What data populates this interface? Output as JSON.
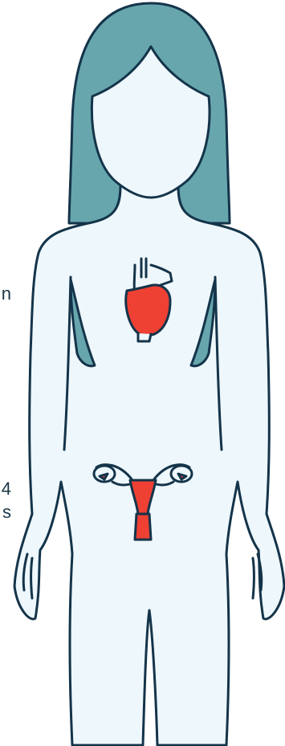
{
  "edge_text": {
    "line1": "n",
    "line2": "4",
    "line3": "s"
  },
  "colors": {
    "outline": "#14344a",
    "hair": "#67a6ad",
    "skin": "#eef7fb",
    "organ": "#ef4034"
  }
}
